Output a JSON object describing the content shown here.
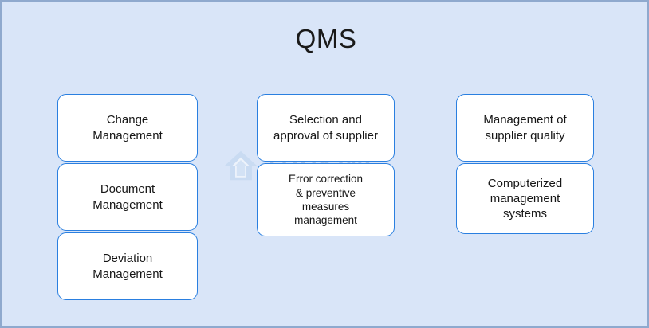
{
  "diagram": {
    "title": "QMS",
    "background_color": "#d9e5f8",
    "box_fill_color": "#ffffff",
    "box_border_color": "#2a7fe0",
    "text_color": "#161616",
    "columns": [
      {
        "id": "column-1",
        "boxes": [
          {
            "label": "Change\nManagement",
            "size": "lg"
          },
          {
            "label": "Document\nManagement",
            "size": "lg"
          },
          {
            "label": "Deviation\nManagement",
            "size": "lg"
          }
        ]
      },
      {
        "id": "column-2",
        "boxes": [
          {
            "label": "Selection and\napproval of supplier",
            "size": "lg"
          },
          {
            "label": "Error correction\n& preventive\nmeasures\nmanagement",
            "size": "sm"
          }
        ]
      },
      {
        "id": "column-3",
        "boxes": [
          {
            "label": "Management of\nsupplier quality",
            "size": "lg"
          },
          {
            "label": "Computerized\nmanagement\nsystems",
            "size": "md"
          }
        ]
      }
    ]
  },
  "watermark": {
    "text": "TRUKING",
    "logo_icon": "house-logo-icon",
    "color": "#9fbbe0"
  }
}
